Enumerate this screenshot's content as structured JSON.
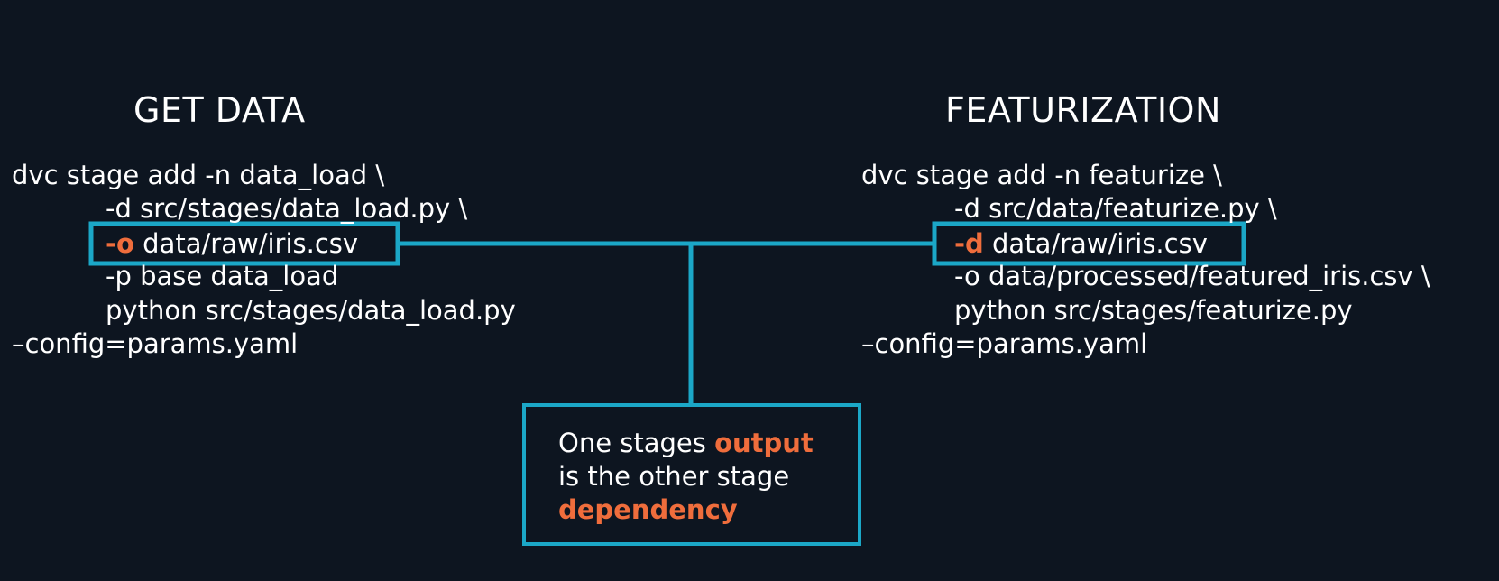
{
  "left": {
    "title": "GET DATA",
    "line1": "dvc stage add -n data_load \\",
    "line2": "-d src/stages/data_load.py \\",
    "line3_flag": "-o",
    "line3_rest": " data/raw/iris.csv",
    "line4": "-p base data_load",
    "line5": "python src/stages/data_load.py",
    "line6": "–config=params.yaml"
  },
  "right": {
    "title": "FEATURIZATION",
    "line1": "dvc stage add -n featurize \\",
    "line2": "-d src/data/featurize.py \\",
    "line3_flag": "-d",
    "line3_rest": " data/raw/iris.csv",
    "line4": "-o data/processed/featured_iris.csv \\",
    "line5": "python src/stages/featurize.py",
    "line6": "–config=params.yaml"
  },
  "callout": {
    "line1_plain": "One stages ",
    "line1_highlight": "output",
    "line2": "is the other stage",
    "line3_highlight": "dependency"
  },
  "colors": {
    "background": "#0d1520",
    "connector": "#1ba7c7",
    "highlight": "#ef6d3c",
    "text": "#ffffff"
  }
}
